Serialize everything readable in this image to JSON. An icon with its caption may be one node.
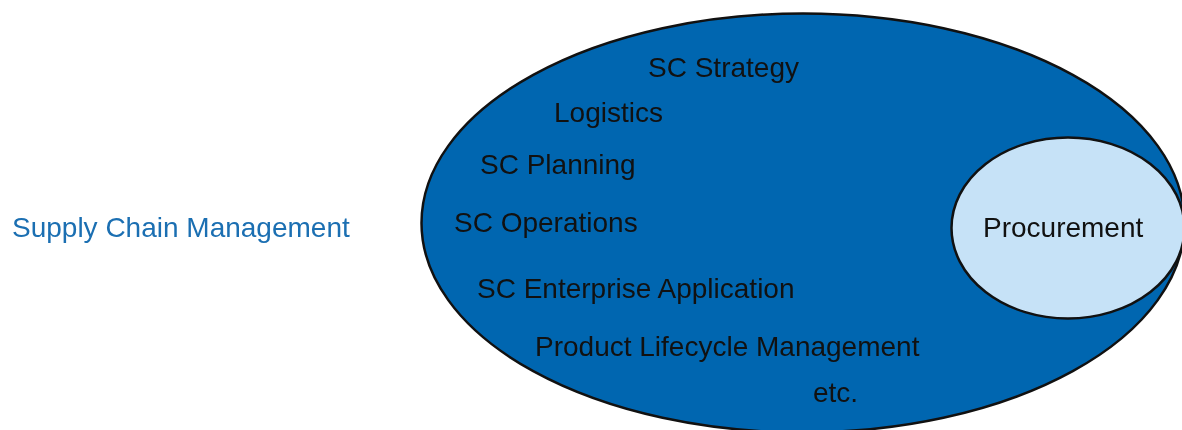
{
  "diagram": {
    "nodes": [
      {
        "text": [
          "Supply Chain Management",
          "SC Strategy",
          "Logistics",
          "SC Planning",
          "SC Operations",
          "SC Enterprise Application",
          "Product Lifecycle Management",
          "etc."
        ]
      },
      {
        "text": [
          "Procurement"
        ],
        "in": 0
      }
    ]
  }
}
